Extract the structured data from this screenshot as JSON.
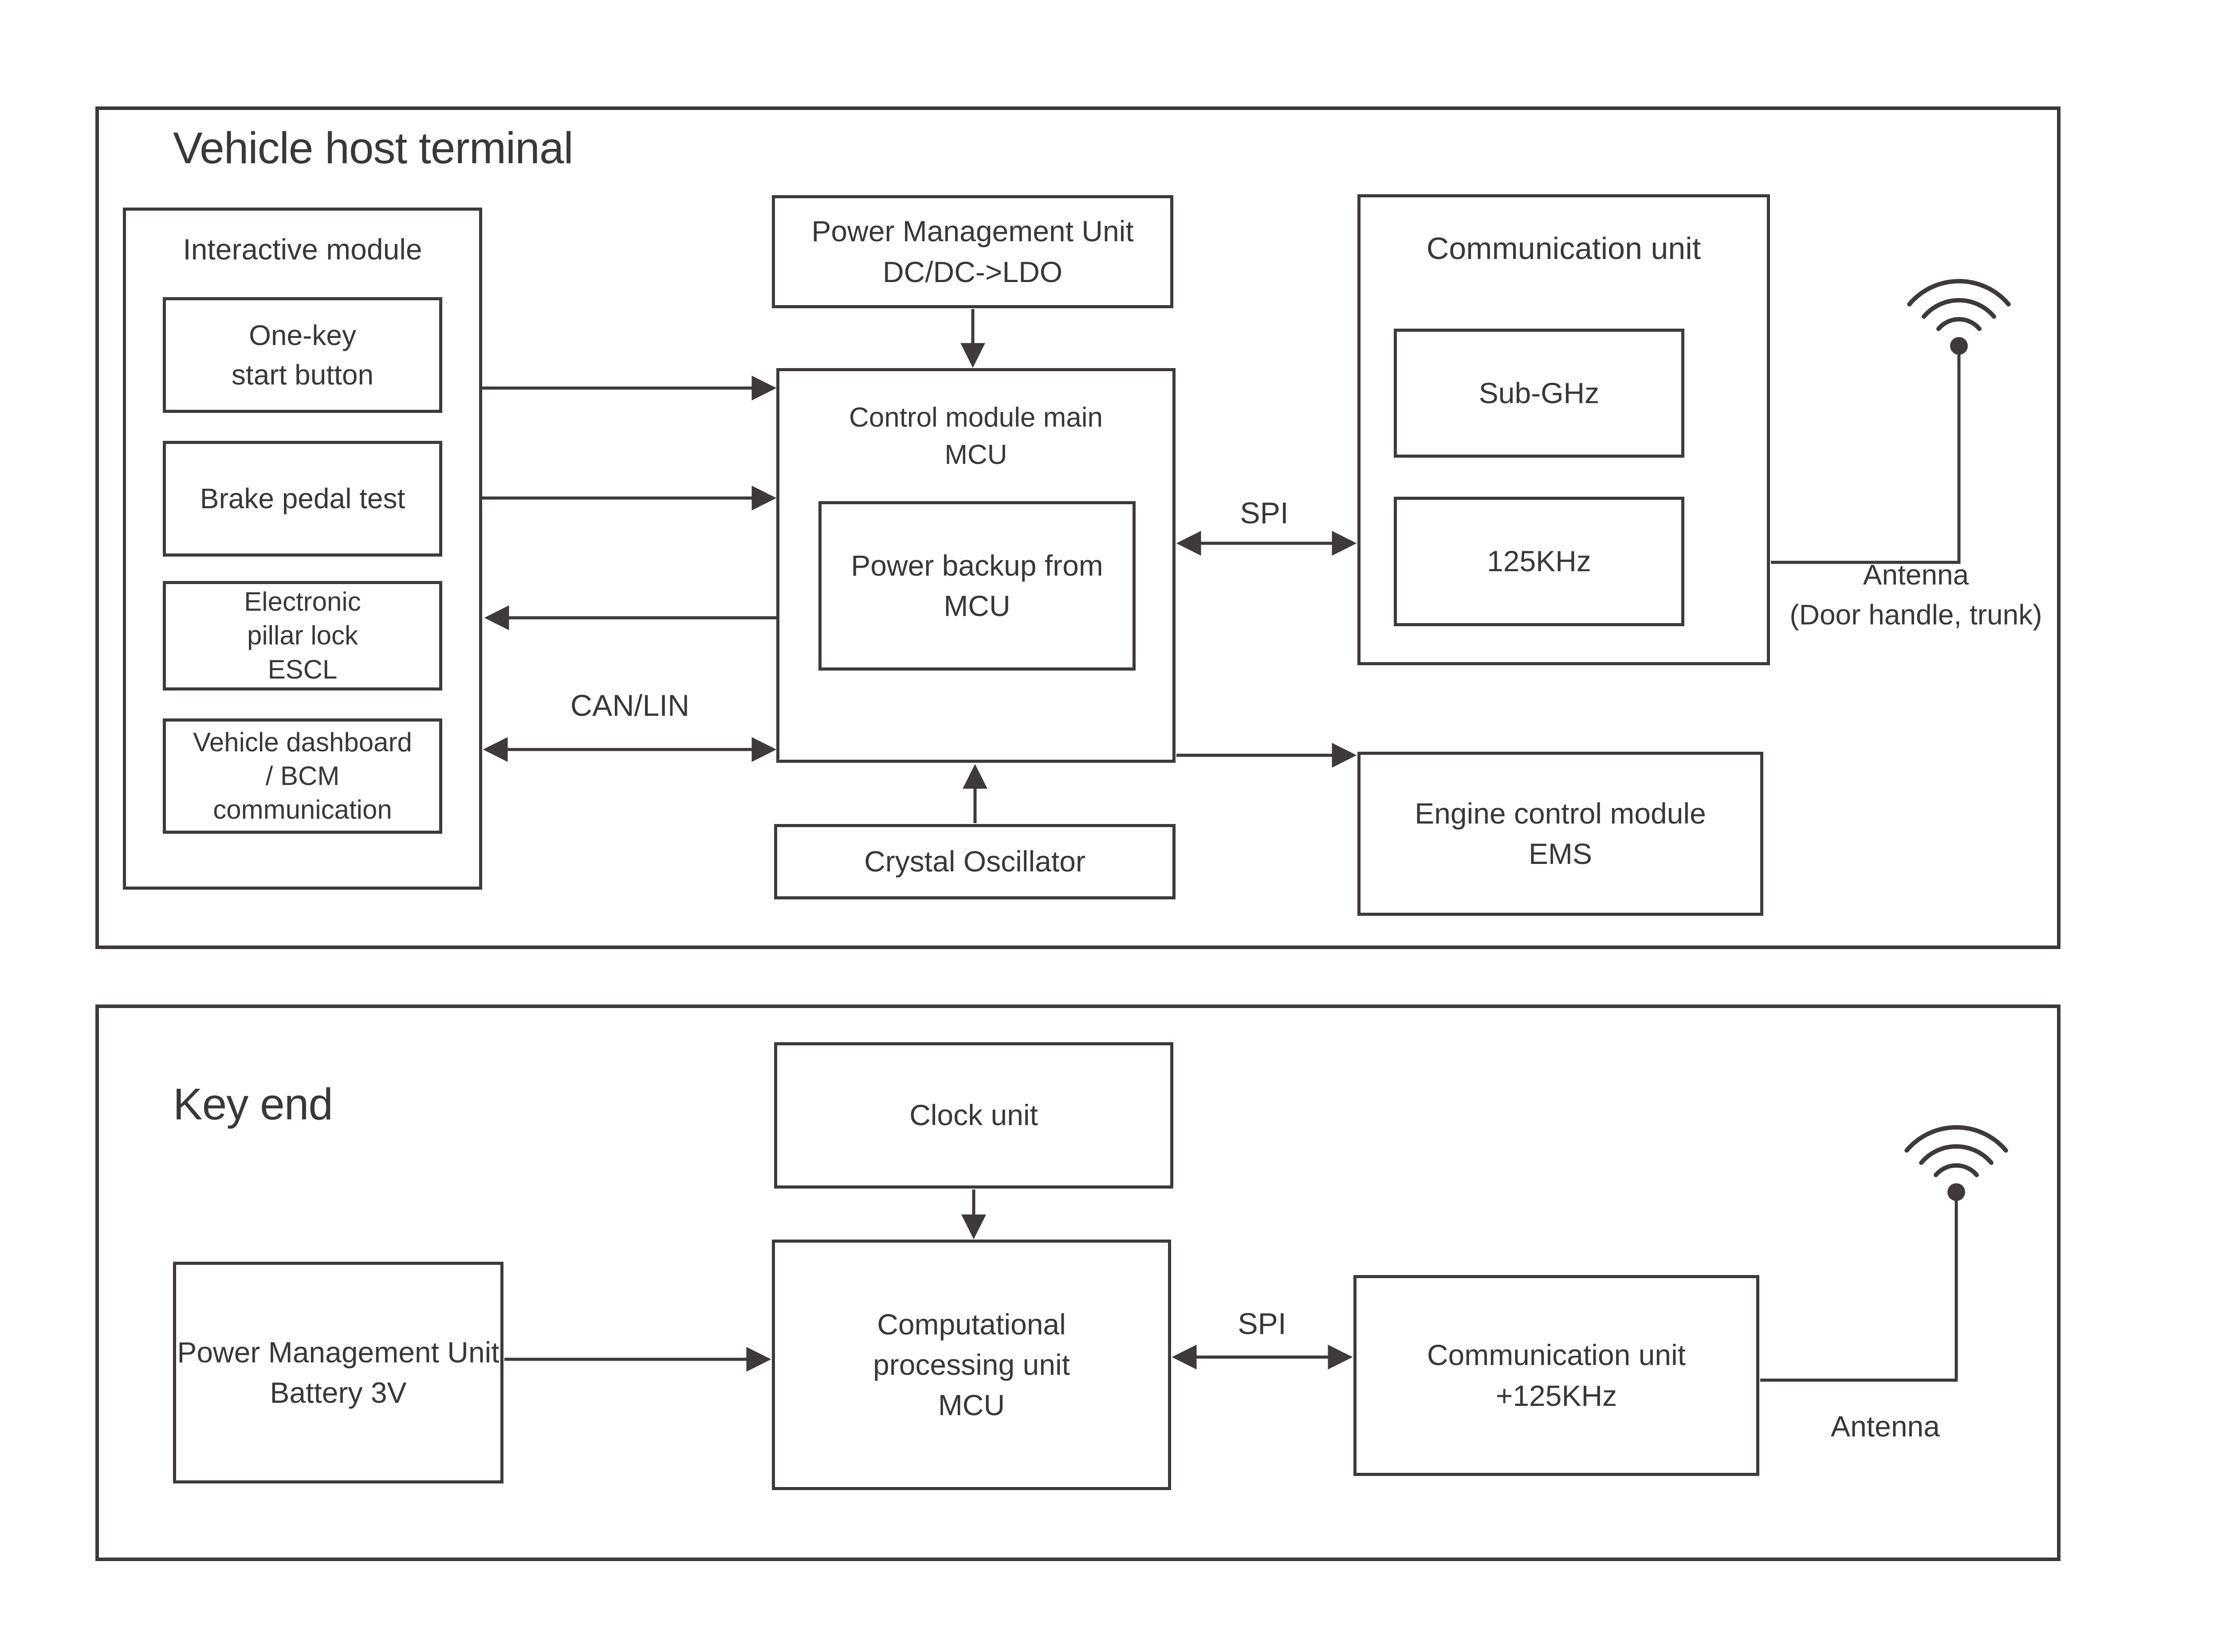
{
  "colors": {
    "line": "#3e3a39",
    "text": "#3a3736",
    "background": "#ffffff"
  },
  "host": {
    "title": "Vehicle host terminal",
    "interactive": {
      "title": "Interactive module",
      "one_key": "One-key\nstart button",
      "brake": "Brake pedal test",
      "escl": "Electronic\npillar lock\nESCL",
      "dashboard": "Vehicle dashboard\n/ BCM\ncommunication"
    },
    "pmu": "Power Management Unit\nDC/DC->LDO",
    "control_title": "Control module main\nMCU",
    "power_backup": "Power backup from\nMCU",
    "crystal": "Crystal Oscillator",
    "comm_title": "Communication unit",
    "sub_ghz": "Sub-GHz",
    "khz_125": "125KHz",
    "engine": "Engine control module\nEMS",
    "spi": "SPI",
    "can_lin": "CAN/LIN",
    "antenna_label": "Antenna\n(Door handle, trunk)"
  },
  "key_end": {
    "title": "Key end",
    "clock": "Clock unit",
    "pmu": "Power Management Unit\nBattery 3V",
    "cpu": "Computational\nprocessing unit\nMCU",
    "spi": "SPI",
    "comm": "Communication unit\n+125KHz",
    "antenna_label": "Antenna"
  }
}
